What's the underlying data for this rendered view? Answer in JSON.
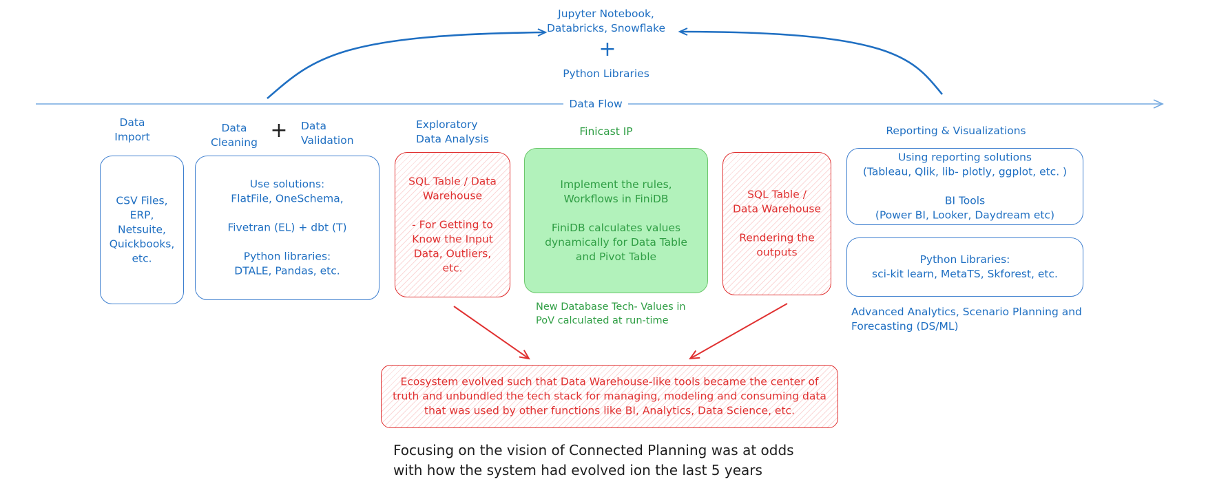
{
  "top": {
    "platforms": "Jupyter Notebook,\nDatabricks, Snowflake",
    "plus_symbol": "+",
    "libraries": "Python Libraries"
  },
  "flow": {
    "label": "Data Flow"
  },
  "sections": {
    "import": {
      "heading": "Data\nImport",
      "content": "CSV Files,\nERP,\nNetsuite,\nQuickbooks,\netc."
    },
    "cleaning": {
      "heading_left": "Data\nCleaning",
      "plus_symbol": "+",
      "heading_right": "Data\nValidation",
      "content": "Use solutions:\nFlatFile, OneSchema,\n\nFivetran (EL) + dbt (T)\n\nPython libraries:\nDTALE, Pandas, etc."
    },
    "eda": {
      "heading": "Exploratory\nData Analysis",
      "content": "SQL Table / Data\nWarehouse\n\n- For Getting to\nKnow the Input\nData, Outliers,\netc."
    },
    "finicast": {
      "heading": "Finicast IP",
      "content": "Implement the rules,\nWorkflows in FiniDB\n\nFiniDB calculates values\ndynamically for Data Table\nand Pivot Table",
      "note": "New Database Tech- Values in\nPoV calculated at run-time"
    },
    "output": {
      "content": "SQL Table /\nData Warehouse\n\nRendering the\noutputs"
    },
    "reporting": {
      "heading": "Reporting & Visualizations",
      "box1": "Using reporting solutions\n(Tableau, Qlik, lib- plotly, ggplot, etc. )\n\nBI Tools\n(Power BI, Looker, Daydream etc)",
      "box2": "Python Libraries:\nsci-kit learn, MetaTS, Skforest, etc.",
      "note": "Advanced Analytics, Scenario Planning and\nForecasting (DS/ML)"
    }
  },
  "ecosystem": {
    "content": "Ecosystem evolved such that Data Warehouse-like tools became the center of\ntruth and unbundled the tech stack for managing, modeling and consuming data\nthat was used by other functions like BI, Analytics, Data Science, etc."
  },
  "conclusion": {
    "text": "Focusing on the vision of Connected Planning was at odds\nwith how the system had evolved ion the last 5 years"
  },
  "colors": {
    "blue": "#1f6fc2",
    "red": "#e03131",
    "green_fill": "#b2f2bb",
    "green_text": "#2f9e44",
    "dark": "#1e1e1e"
  }
}
